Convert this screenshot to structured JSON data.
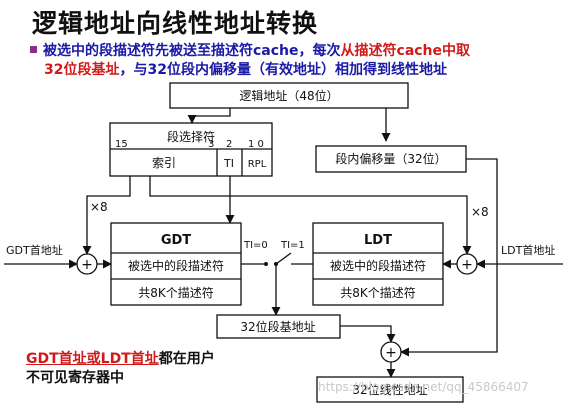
{
  "title": "逻辑地址向线性地址转换",
  "bullet": {
    "part1": "被选中的段描述符先被送至描述符cache，每次",
    "part2_red": "从描述符cache中取",
    "part3_red": "32位段基址",
    "part4": "，与32位段内偏移量（有效地址）相加得到线性地址"
  },
  "diagram": {
    "logical_address": "逻辑地址（48位）",
    "selector": {
      "title": "段选择符",
      "bit15": "15",
      "bit3": "3",
      "bit2": "2",
      "bit10": "1 0",
      "index": "索引",
      "ti": "TI",
      "rpl": "RPL"
    },
    "offset": "段内偏移量（32位）",
    "times8_left": "×8",
    "times8_right": "×8",
    "gdt_base": "GDT首地址",
    "ldt_base": "LDT首地址",
    "gdt": {
      "name": "GDT",
      "selected": "被选中的段描述符",
      "count": "共8K个描述符"
    },
    "ldt": {
      "name": "LDT",
      "selected": "被选中的段描述符",
      "count": "共8K个描述符"
    },
    "ti0": "TI=0",
    "ti1": "TI=1",
    "seg_base": "32位段基地址",
    "linear": "32位线性地址",
    "plus": "+"
  },
  "note": {
    "red": "GDT首址或LDT首址",
    "rest1": "都在用户",
    "line2": "不可见寄存器中"
  },
  "watermark": "https://blog.csdn.net/qq_45866407"
}
